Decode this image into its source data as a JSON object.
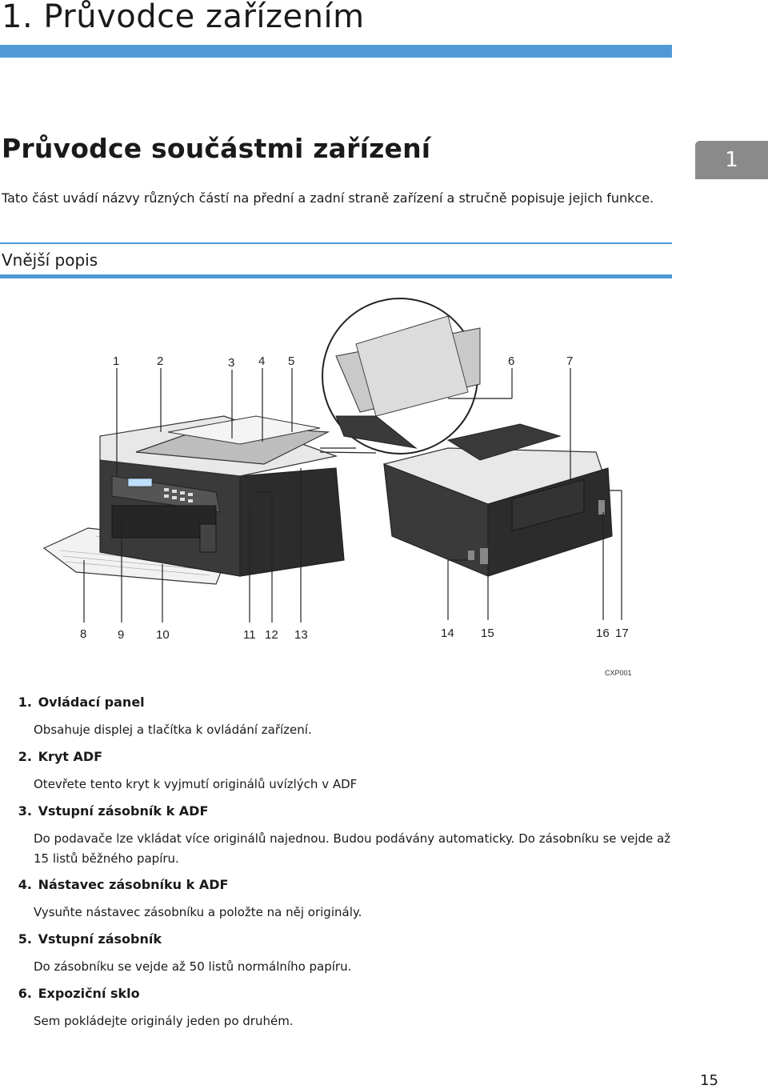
{
  "chapter": {
    "title": "1. Průvodce zařízením"
  },
  "section": {
    "title": "Průvodce součástmi zařízení",
    "tab": "1",
    "intro": "Tato část uvádí názvy různých částí na přední a zadní straně zařízení a stručně popisuje jejich funkce."
  },
  "subsection": {
    "title": "Vnější popis"
  },
  "figure": {
    "code": "CXP001",
    "callouts_top": [
      "1",
      "2",
      "3",
      "4",
      "5",
      "6",
      "7"
    ],
    "callouts_bottom": [
      "8",
      "9",
      "10",
      "11",
      "12",
      "13",
      "14",
      "15",
      "16",
      "17"
    ],
    "body_color": "#3a3a3a",
    "panel_color": "#e8e8e8"
  },
  "items": [
    {
      "num": "1.",
      "title": "Ovládací panel",
      "desc": "Obsahuje displej a tlačítka k ovládání zařízení."
    },
    {
      "num": "2.",
      "title": "Kryt ADF",
      "desc": "Otevřete tento kryt k vyjmutí originálů uvízlých v ADF"
    },
    {
      "num": "3.",
      "title": "Vstupní zásobník k ADF",
      "desc": "Do podavače lze vkládat více originálů najednou. Budou podávány automaticky. Do zásobníku se vejde až 15 listů běžného papíru."
    },
    {
      "num": "4.",
      "title": "Nástavec zásobníku k ADF",
      "desc": "Vysuňte nástavec zásobníku a položte na něj originály."
    },
    {
      "num": "5.",
      "title": "Vstupní zásobník",
      "desc": "Do zásobníku se vejde až 50 listů normálního papíru."
    },
    {
      "num": "6.",
      "title": "Expoziční sklo",
      "desc": "Sem pokládejte originály jeden po druhém."
    }
  ],
  "page": {
    "number": "15"
  }
}
